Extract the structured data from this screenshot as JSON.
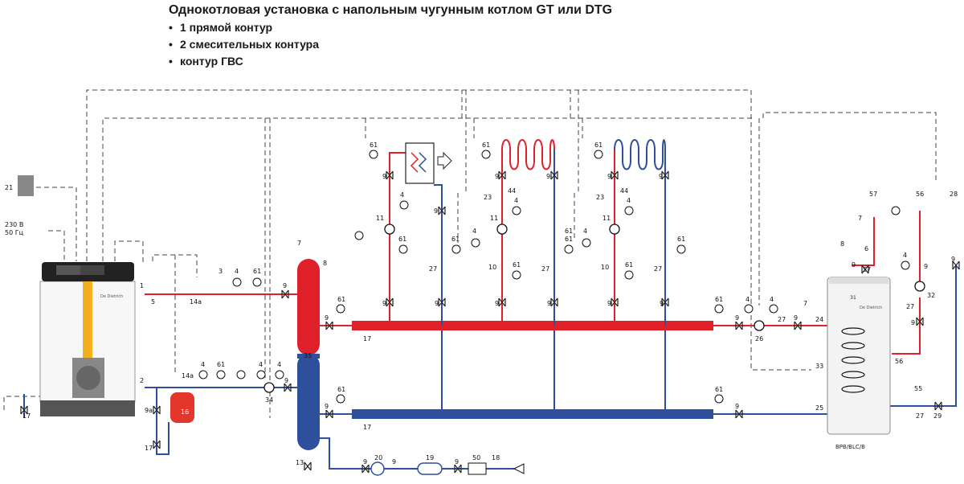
{
  "title": {
    "main": "Однокотловая установка с напольным чугунным котлом GT или DTG",
    "items": [
      "1 прямой контур",
      "2 смесительных контура",
      "контур ГВС"
    ]
  },
  "colors": {
    "supply": "#e0202a",
    "return": "#2e4f9c",
    "control": "#333333",
    "boiler_flue": "#f2b01e",
    "expansion_vessel": "#e3372c"
  },
  "labels": {
    "power": [
      "230 В",
      "50 Гц"
    ],
    "tank_model": "BPB/BLC/B",
    "brand": "De Dietrich"
  },
  "numbers": {
    "n21": "21",
    "n1": "1",
    "n2": "2",
    "n5": "5",
    "n14a_top": "14a",
    "n14a_bot": "14a",
    "n3": "3",
    "n4_a": "4",
    "n61_a": "61",
    "n9_a": "9",
    "n7_hyd": "7",
    "n8": "8",
    "n35": "35",
    "n13": "13",
    "n9_hs": "9",
    "n61_hs": "61",
    "n17_hs": "17",
    "n9_hr": "9",
    "n61_hr": "61",
    "n17_hr": "17",
    "n4_r1": "4",
    "n61_r1": "61",
    "n4_r2": "4",
    "n4_r3": "4",
    "n9_r": "9",
    "n34": "34",
    "n16": "16",
    "n9a": "9a",
    "n17_exp": "17",
    "n17_left": "17",
    "n20": "20",
    "n19": "19",
    "n50": "50",
    "n18": "18",
    "n9_f1": "9",
    "n9_f2": "9",
    "n9_f3": "9",
    "c1_61": "61",
    "c1_9": "9",
    "c1_4": "4",
    "c1_11": "11",
    "c1_9b": "9",
    "c1_61b": "61",
    "c1_27": "27",
    "c1_9c": "9",
    "c1_9d": "9",
    "c2_61": "61",
    "c2_9": "9",
    "c2_44": "44",
    "c2_23": "23",
    "c2_4": "4",
    "c2_11": "11",
    "c2_61b": "61",
    "c2_4b": "4",
    "c2_10": "10",
    "c2_61c": "61",
    "c2_9b": "9",
    "c2_9c": "9",
    "c2_27": "27",
    "c2_9d": "9",
    "c2_61d": "61",
    "c3_61": "61",
    "c3_9": "9",
    "c3_44": "44",
    "c3_23": "23",
    "c3_4": "4",
    "c3_11": "11",
    "c3_61b": "61",
    "c3_4b": "4",
    "c3_10": "10",
    "c3_61c": "61",
    "c3_9b": "9",
    "c3_9c": "9",
    "c3_27": "27",
    "c3_9d": "9",
    "c3_61d": "61",
    "w_61": "61",
    "w_4a": "4",
    "w_4b": "4",
    "w_7": "7",
    "w_9a": "9",
    "w_26": "26",
    "w_27": "27",
    "w_9b": "9",
    "w_24": "24",
    "w_61b": "61",
    "w_9c": "9",
    "w_25": "25",
    "t_31": "31",
    "t_33": "33",
    "t_56": "56",
    "t_57": "57",
    "t_8": "8",
    "t_7": "7",
    "t_6": "6",
    "t_9": "9",
    "t_57top": "57",
    "t_56top": "56",
    "t_28": "28",
    "t_4": "4",
    "t_9b": "9",
    "t_32": "32",
    "t_27": "27",
    "t_9c": "9",
    "t_55": "55",
    "t_27b": "27",
    "t_29": "29",
    "t_9d": "9"
  }
}
